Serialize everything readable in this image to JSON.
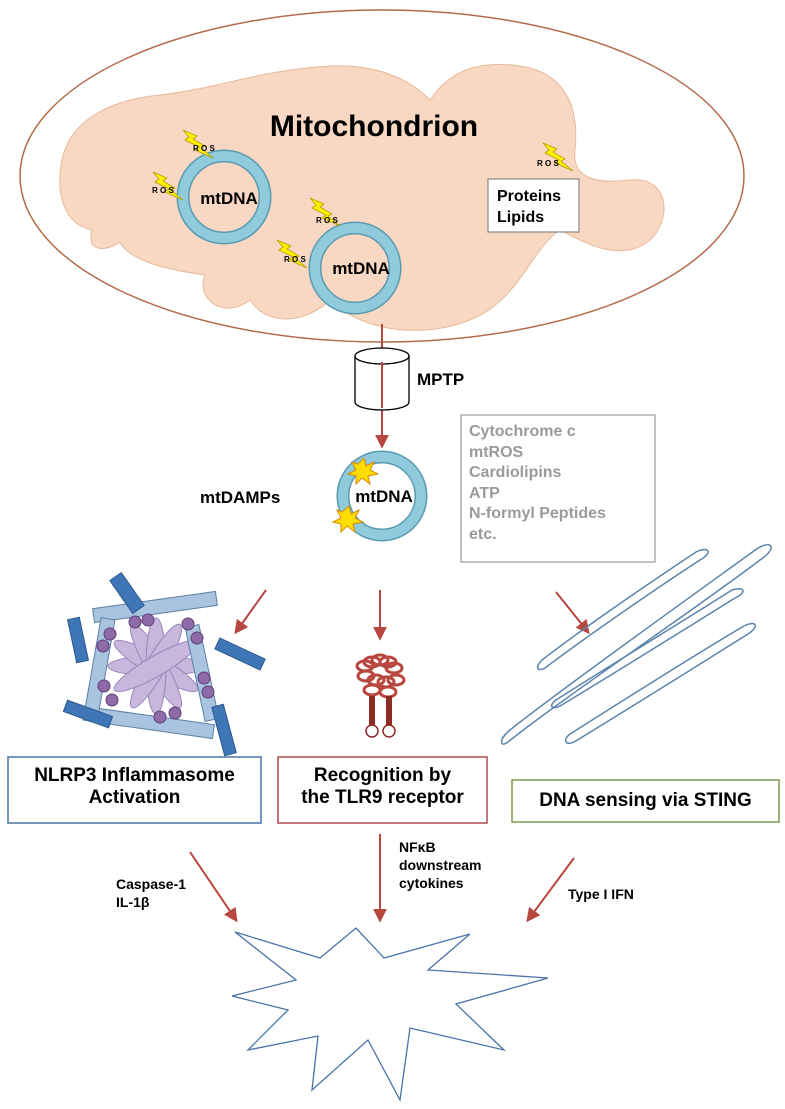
{
  "title": "Mitochondrion",
  "ros_label": "R O S",
  "mtdna_label": "mtDNA",
  "proteins_box": {
    "line1": "Proteins",
    "line2": "Lipids"
  },
  "mptp_label": "MPTP",
  "mtdamps_label": "mtDAMPs",
  "damp_list": [
    "Cytochrome c",
    "mtROS",
    "Cardiolipins",
    "ATP",
    "N-formyl Peptides",
    "etc."
  ],
  "pathways": {
    "nlrp3": {
      "line1": "NLRP3 Inflammasome",
      "line2": "Activation",
      "border_color": "#4a73a8"
    },
    "tlr9": {
      "line1": "Recognition by",
      "line2": "the TLR9 receptor",
      "border_color": "#b04a4a"
    },
    "sting": {
      "line1": "DNA sensing via STING",
      "border_color": "#7f9a4a"
    }
  },
  "outputs": {
    "caspase": {
      "line1": "Caspase-1",
      "line2": "IL-1β"
    },
    "nfkb": {
      "line1": "NFκB",
      "line2": "downstream",
      "line3": "cytokines"
    },
    "ifn": {
      "line1": "Type I IFN"
    }
  },
  "colors": {
    "mito_fill": "#f8d8c2",
    "mtdna_ring": "#8fcbdc",
    "arrow": "#b8473f",
    "bolt": "#fff200",
    "inflammasome_rod": "#a9c4e0",
    "inflammasome_core": "#c8b6dc"
  }
}
